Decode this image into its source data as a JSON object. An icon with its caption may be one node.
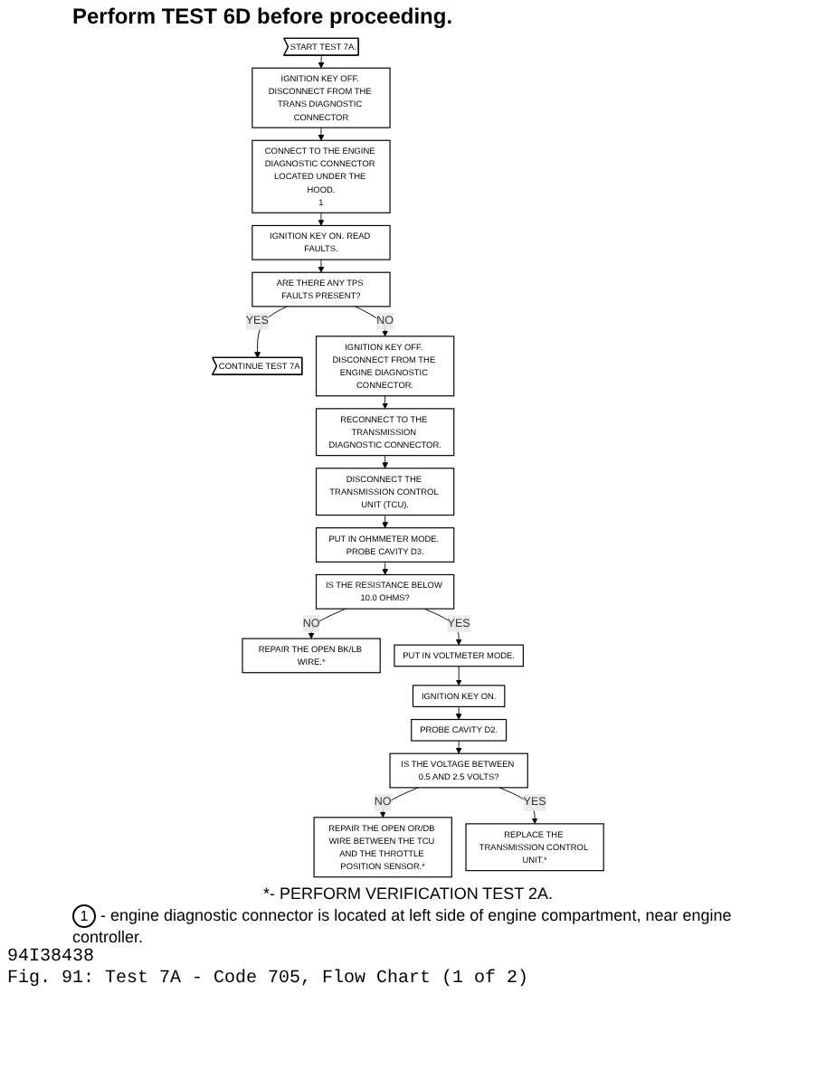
{
  "diagram": {
    "title": "Perform TEST 6D before proceeding.",
    "caption": "Fig. 91: Test 7A - Code 705, Flow Chart (1 of 2)",
    "nodes": [
      {
        "text": [
          "START TEST 7A."
        ]
      },
      {
        "text": [
          "IGNITION KEY OFF. DISCONNECT FROM THE TRANS DIAGNOSTIC CONNECTOR"
        ]
      },
      {
        "text": [
          "CONNECT TO THE ENGINE DIAGNOSTIC CONNECTOR LOCATED UNDER THE HOOD.",
          "1"
        ]
      },
      {
        "text": [
          "IGNITION KEY ON. READ FAULTS."
        ]
      },
      {
        "text": [
          "ARE THERE ANY TPS FAULTS PRESENT?"
        ]
      },
      {
        "text": [
          "CONTINUE TEST 7A"
        ]
      },
      {
        "text": [
          "IGNITION KEY OFF. DISCONNECT FROM THE ENGINE DIAGNOSTIC CONNECTOR."
        ]
      },
      {
        "text": [
          "RECONNECT TO THE TRANSMISSION DIAGNOSTIC CONNECTOR."
        ]
      },
      {
        "text": [
          "DISCONNECT THE TRANSMISSION CONTROL UNIT (TCU)."
        ]
      },
      {
        "text": [
          "PUT IN OHMMETER MODE. PROBE CAVITY D3."
        ]
      },
      {
        "text": [
          "IS THE RESISTANCE BELOW 10.0 OHMS?"
        ]
      },
      {
        "text": [
          "REPAIR THE OPEN BK/LB WIRE.*"
        ]
      },
      {
        "text": [
          "PUT IN VOLTMETER MODE."
        ]
      },
      {
        "text": [
          "IGNITION KEY ON."
        ]
      },
      {
        "text": [
          "PROBE CAVITY D2."
        ]
      },
      {
        "text": [
          "IS THE VOLTAGE BETWEEN 0.5 AND 2.5 VOLTS?"
        ]
      },
      {
        "text": [
          "REPAIR THE OPEN OR/DB WIRE BETWEEN THE TCU AND THE THROTTLE POSITION SENSOR.*"
        ]
      },
      {
        "text": [
          "REPLACE THE TRANSMISSION CONTROL UNIT.*"
        ]
      }
    ],
    "edges": [
      {
        "from": 0,
        "to": 1,
        "arrow": "to"
      },
      {
        "from": 1,
        "to": 2,
        "arrow": "to"
      },
      {
        "from": 2,
        "to": 3,
        "arrow": "to"
      },
      {
        "from": 3,
        "to": 4,
        "arrow": "to"
      },
      {
        "from": 4,
        "to": 5,
        "arrow": "to",
        "label": "YES"
      },
      {
        "from": 4,
        "to": 6,
        "arrow": "to",
        "label": "NO"
      },
      {
        "from": 6,
        "to": 7,
        "arrow": "to"
      },
      {
        "from": 7,
        "to": 8,
        "arrow": "to"
      },
      {
        "from": 8,
        "to": 9,
        "arrow": "to"
      },
      {
        "from": 9,
        "to": 10,
        "arrow": "to"
      },
      {
        "from": 10,
        "to": 11,
        "arrow": "to",
        "label": "NO"
      },
      {
        "from": 10,
        "to": 12,
        "arrow": "to",
        "label": "YES"
      },
      {
        "from": 12,
        "to": 13,
        "arrow": "to"
      },
      {
        "from": 13,
        "to": 14,
        "arrow": "to"
      },
      {
        "from": 14,
        "to": 15,
        "arrow": "to"
      },
      {
        "from": 15,
        "to": 16,
        "arrow": "to",
        "label": "NO"
      },
      {
        "from": 15,
        "to": 17,
        "arrow": "to",
        "label": "YES"
      }
    ],
    "labels": [
      "*- PERFORM VERIFICATION TEST 2A.",
      "1",
      "- engine diagnostic connector is located at left side of engine compartment, near engine controller.",
      "94I38438"
    ]
  }
}
